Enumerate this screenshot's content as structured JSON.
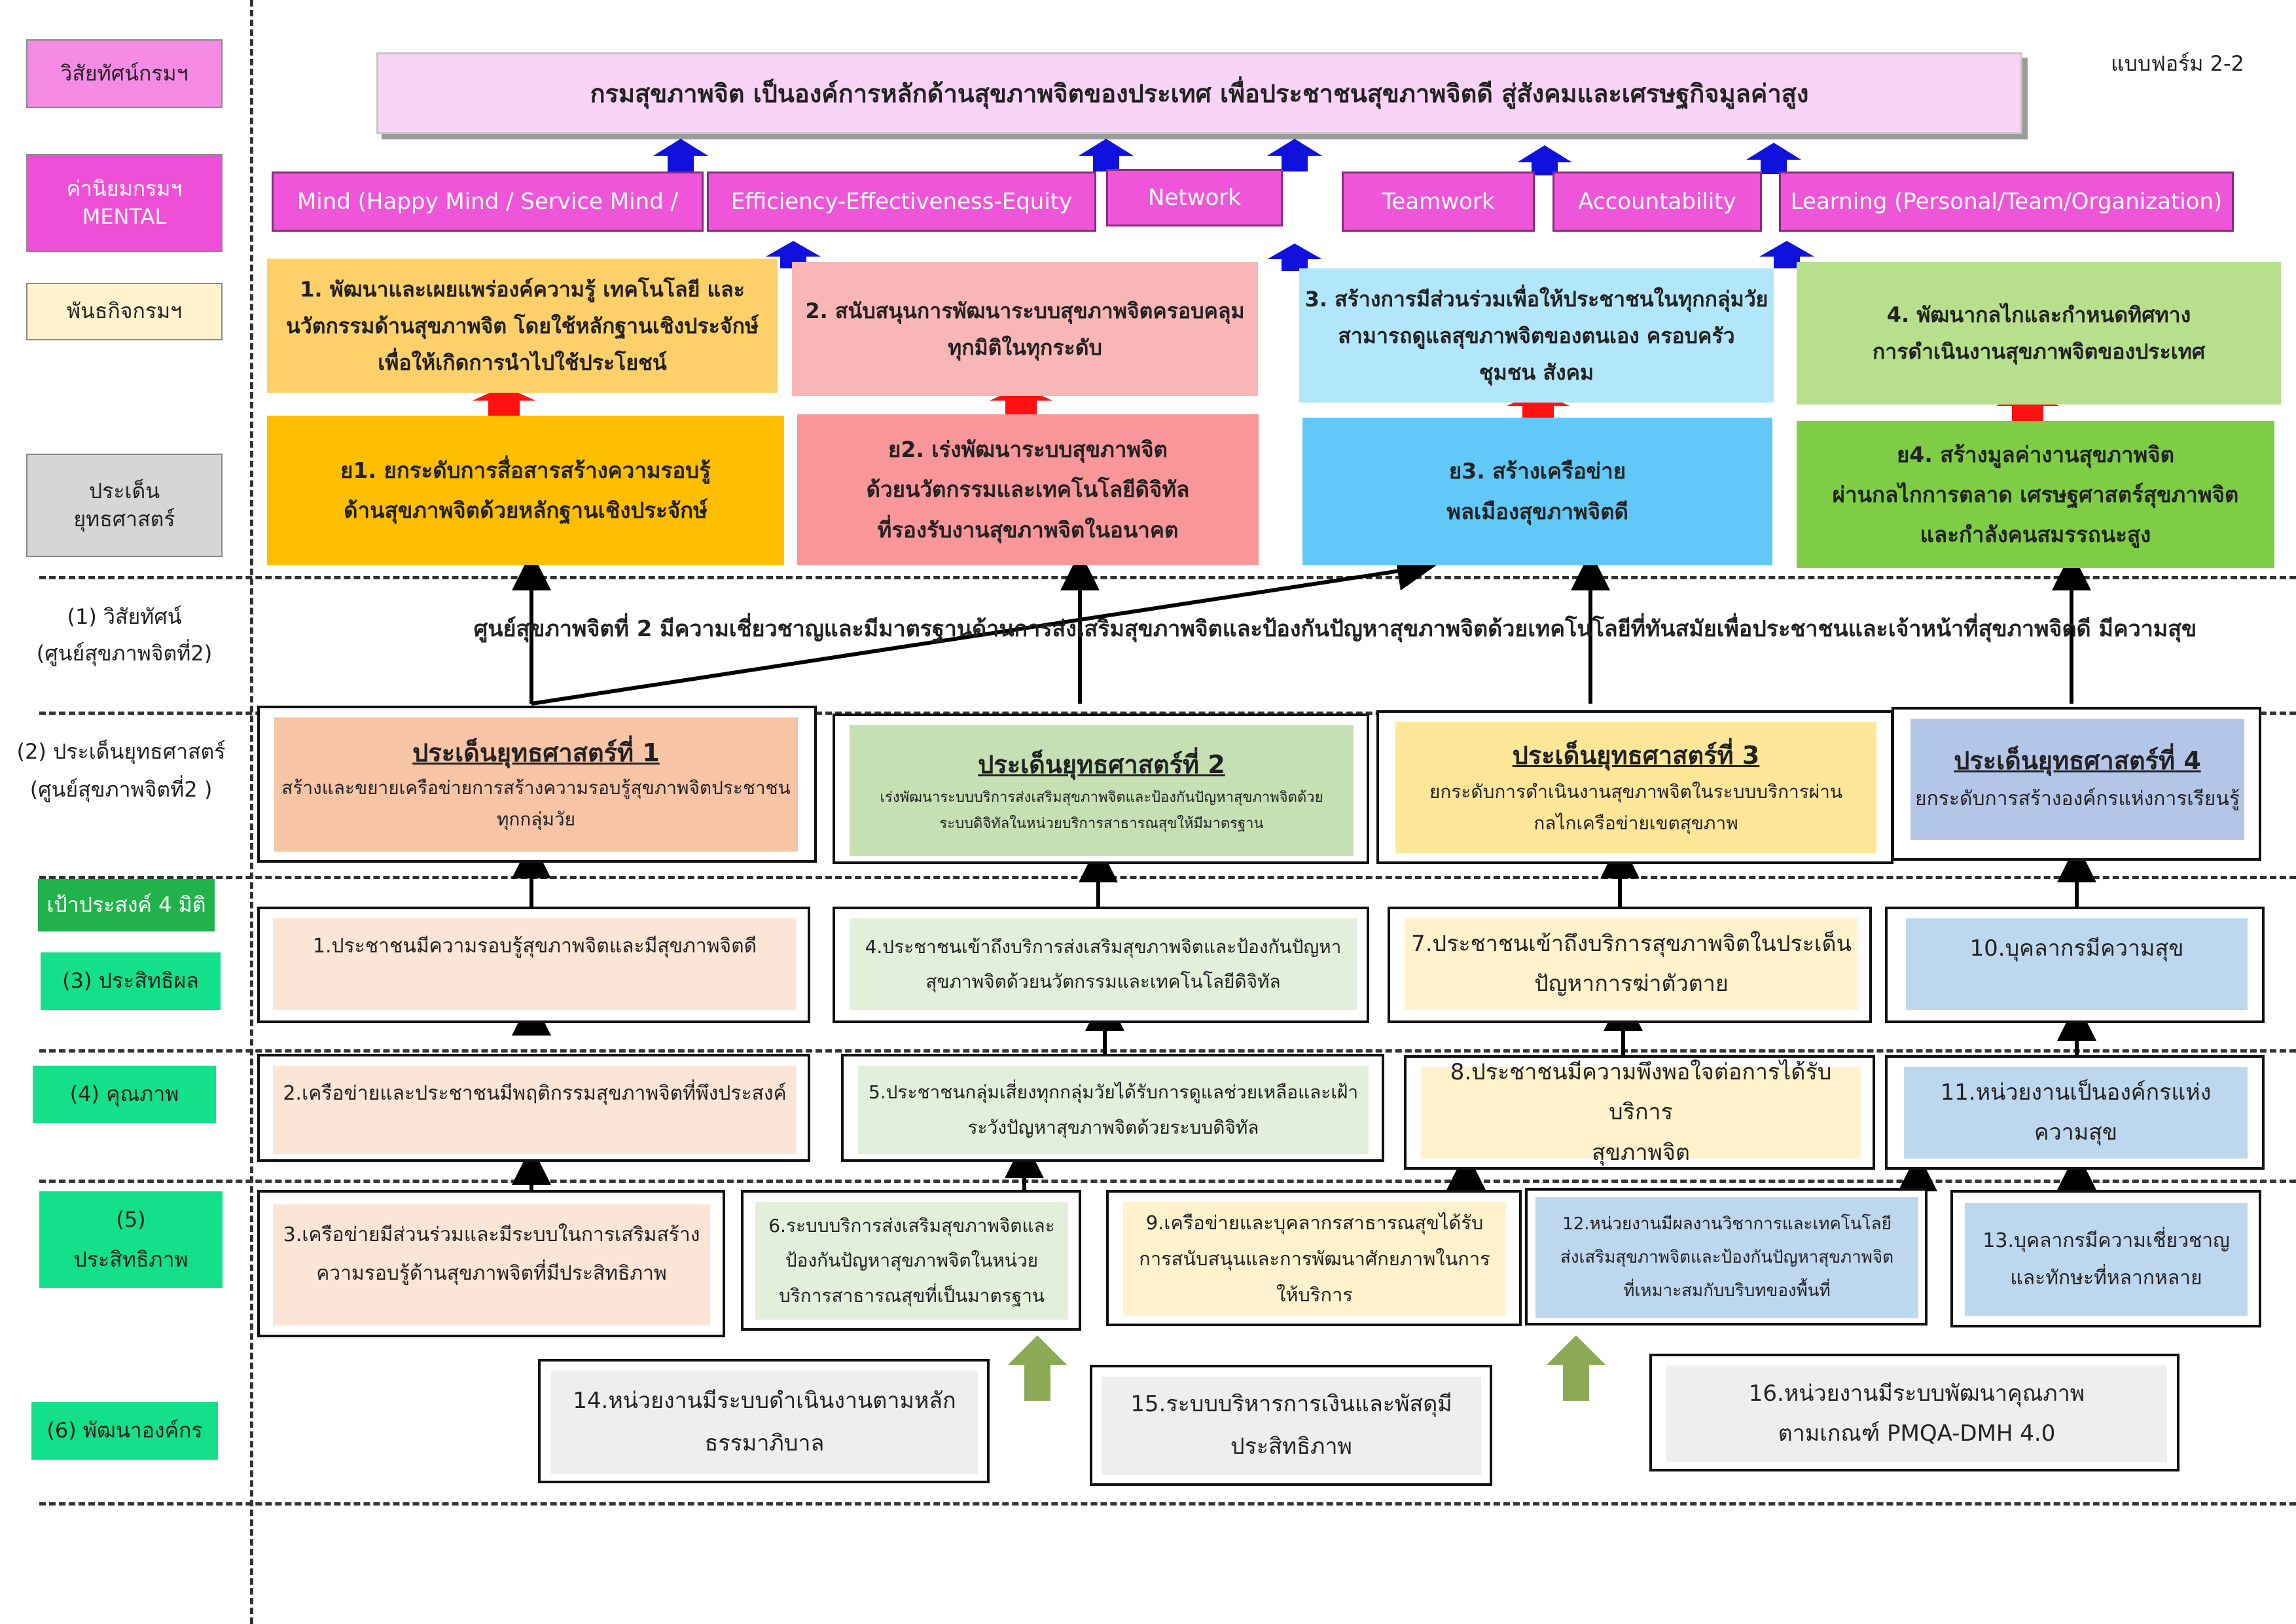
{
  "form_code": "แบบฟอร์ม 2-2",
  "left_labels": {
    "dept_vision": "วิสัยทัศน์กรมฯ",
    "dept_values_1": "ค่านิยมกรมฯ",
    "dept_values_2": "MENTAL",
    "dept_mission": "พันธกิจกรมฯ",
    "dept_strategy_1": "ประเด็น",
    "dept_strategy_2": "ยุทธศาสตร์",
    "center_vision_1": "(1) วิสัยทัศน์",
    "center_vision_2": "(ศูนย์สุขภาพจิตที่2)",
    "center_strategy_1": "(2) ประเด็นยุทธศาสตร์",
    "center_strategy_2": "(ศูนย์สุขภาพจิตที่2 )",
    "goal4": "เป้าประสงค์ 4 มิติ",
    "effectiveness": "(3) ประสิทธิผล",
    "quality": "(4) คุณภาพ",
    "efficiency_1": "(5)",
    "efficiency_2": "ประสิทธิภาพ",
    "org_dev": "(6) พัฒนาองค์กร"
  },
  "dept_vision": "กรมสุขภาพจิต เป็นองค์การหลักด้านสุขภาพจิตของประเทศ เพื่อประชาชนสุขภาพจิตดี สู่สังคมและเศรษฐกิจมูลค่าสูง",
  "values": [
    "Mind (Happy Mind / Service Mind /",
    "Efficiency-Effectiveness-Equity",
    "Network",
    "Teamwork",
    "Accountability",
    "Learning (Personal/Team/Organization)"
  ],
  "missions": [
    [
      "1. พัฒนาและเผยแพร่องค์ความรู้ เทคโนโลยี และ",
      "นวัตกรรมด้านสุขภาพจิต โดยใช้หลักฐานเชิงประจักษ์",
      "เพื่อให้เกิดการนำไปใช้ประโยชน์"
    ],
    [
      "2. สนับสนุนการพัฒนาระบบสุขภาพจิตครอบคลุม",
      "ทุกมิติในทุกระดับ"
    ],
    [
      "3. สร้างการมีส่วนร่วมเพื่อให้ประชาชนในทุกกลุ่มวัย",
      "สามารถดูแลสุขภาพจิตของตนเอง ครอบครัว",
      "ชุมชน สังคม"
    ],
    [
      "4. พัฒนากลไกและกำหนดทิศทาง",
      "การดำเนินงานสุขภาพจิตของประเทศ"
    ]
  ],
  "dept_strategies": [
    [
      "ย1. ยกระดับการสื่อสารสร้างความรอบรู้",
      "ด้านสุขภาพจิตด้วยหลักฐานเชิงประจักษ์"
    ],
    [
      "ย2. เร่งพัฒนาระบบสุขภาพจิต",
      "ด้วยนวัตกรรมและเทคโนโลยีดิจิทัล",
      "ที่รองรับงานสุขภาพจิตในอนาคต"
    ],
    [
      "ย3. สร้างเครือข่าย",
      "พลเมืองสุขภาพจิตดี"
    ],
    [
      "ย4. สร้างมูลค่างานสุขภาพจิต",
      "ผ่านกลไกการตลาด เศรษฐศาสตร์สุขภาพจิต",
      "และกำลังคนสมรรถนะสูง"
    ]
  ],
  "center_vision": "ศูนย์สุขภาพจิตที่ 2 มีความเชี่ยวชาญและมีมาตรฐานด้านการส่งเสริมสุขภาพจิตและป้องกันปัญหาสุขภาพจิตด้วยเทคโนโลยีที่ทันสมัยเพื่อประชาชนและเจ้าหน้าที่สุขภาพจิตดี มีความสุข",
  "center_strategies": [
    {
      "title": "ประเด็นยุทธศาสตร์ที่ 1",
      "lines": [
        "สร้างและขยายเครือข่ายการสร้างความรอบรู้สุขภาพจิตประชาชน",
        "ทุกกลุ่มวัย"
      ]
    },
    {
      "title": "ประเด็นยุทธศาสตร์ที่ 2",
      "lines": [
        "เร่งพัฒนาระบบบริการส่งเสริมสุขภาพจิตและป้องกันปัญหาสุขภาพจิตด้วย",
        "ระบบดิจิทัลในหน่วยบริการสาธารณสุขให้มีมาตรฐาน"
      ]
    },
    {
      "title": "ประเด็นยุทธศาสตร์ที่ 3",
      "lines": [
        "ยกระดับการดำเนินงานสุขภาพจิตในระบบบริการผ่าน",
        "กลไกเครือข่ายเขตสุขภาพ"
      ]
    },
    {
      "title": "ประเด็นยุทธศาสตร์ที่ 4",
      "lines": [
        "ยกระดับการสร้างองค์กรแห่งการเรียนรู้"
      ]
    }
  ],
  "effectiveness": [
    [
      "1.ประชาชนมีความรอบรู้สุขภาพจิตและมีสุขภาพจิตดี"
    ],
    [
      "4.ประชาชนเข้าถึงบริการส่งเสริมสุขภาพจิตและป้องกันปัญหา",
      "สุขภาพจิตด้วยนวัตกรรมและเทคโนโลยีดิจิทัล"
    ],
    [
      "7.ประชาชนเข้าถึงบริการสุขภาพจิตในประเด็น",
      "ปัญหาการฆ่าตัวตาย"
    ],
    [
      "10.บุคลากรมีความสุข"
    ]
  ],
  "quality": [
    [
      "2.เครือข่ายและประชาชนมีพฤติกรรมสุขภาพจิตที่พึงประสงค์"
    ],
    [
      "5.ประชาชนกลุ่มเสี่ยงทุกกลุ่มวัยได้รับการดูแลช่วยเหลือและเฝ้า",
      "ระวังปัญหาสุขภาพจิตด้วยระบบดิจิทัล"
    ],
    [
      "8.ประชาชนมีความพึงพอใจต่อการได้รับบริการ",
      "สุขภาพจิต"
    ],
    [
      "11.หน่วยงานเป็นองค์กรแห่ง",
      "ความสุข"
    ]
  ],
  "efficiency": [
    [
      "3.เครือข่ายมีส่วนร่วมและมีระบบในการเสริมสร้าง",
      "ความรอบรู้ด้านสุขภาพจิตที่มีประสิทธิภาพ"
    ],
    [
      "6.ระบบบริการส่งเสริมสุขภาพจิตและ",
      "ป้องกันปัญหาสุขภาพจิตในหน่วย",
      "บริการสาธารณสุขที่เป็นมาตรฐาน"
    ],
    [
      "9.เครือข่ายและบุคลากรสาธารณสุขได้รับ",
      "การสนับสนุนและการพัฒนาศักยภาพในการ",
      "ให้บริการ"
    ],
    [
      "12.หน่วยงานมีผลงานวิชาการและเทคโนโลยี",
      "ส่งเสริมสุขภาพจิตและป้องกันปัญหาสุขภาพจิต",
      "ที่เหมาะสมกับบริบทของพื้นที่"
    ],
    [
      "13.บุคลากรมีความเชี่ยวชาญ",
      "และทักษะที่หลากหลาย"
    ]
  ],
  "org_dev": [
    [
      "14.หน่วยงานมีระบบดำเนินงานตามหลัก",
      "ธรรมาภิบาล"
    ],
    [
      "15.ระบบบริหารการเงินและพัสดุมี",
      "ประสิทธิภาพ"
    ],
    [
      "16.หน่วยงานมีระบบพัฒนาคุณภาพ",
      "ตามเกณฑ์ PMQA-DMH 4.0"
    ]
  ]
}
